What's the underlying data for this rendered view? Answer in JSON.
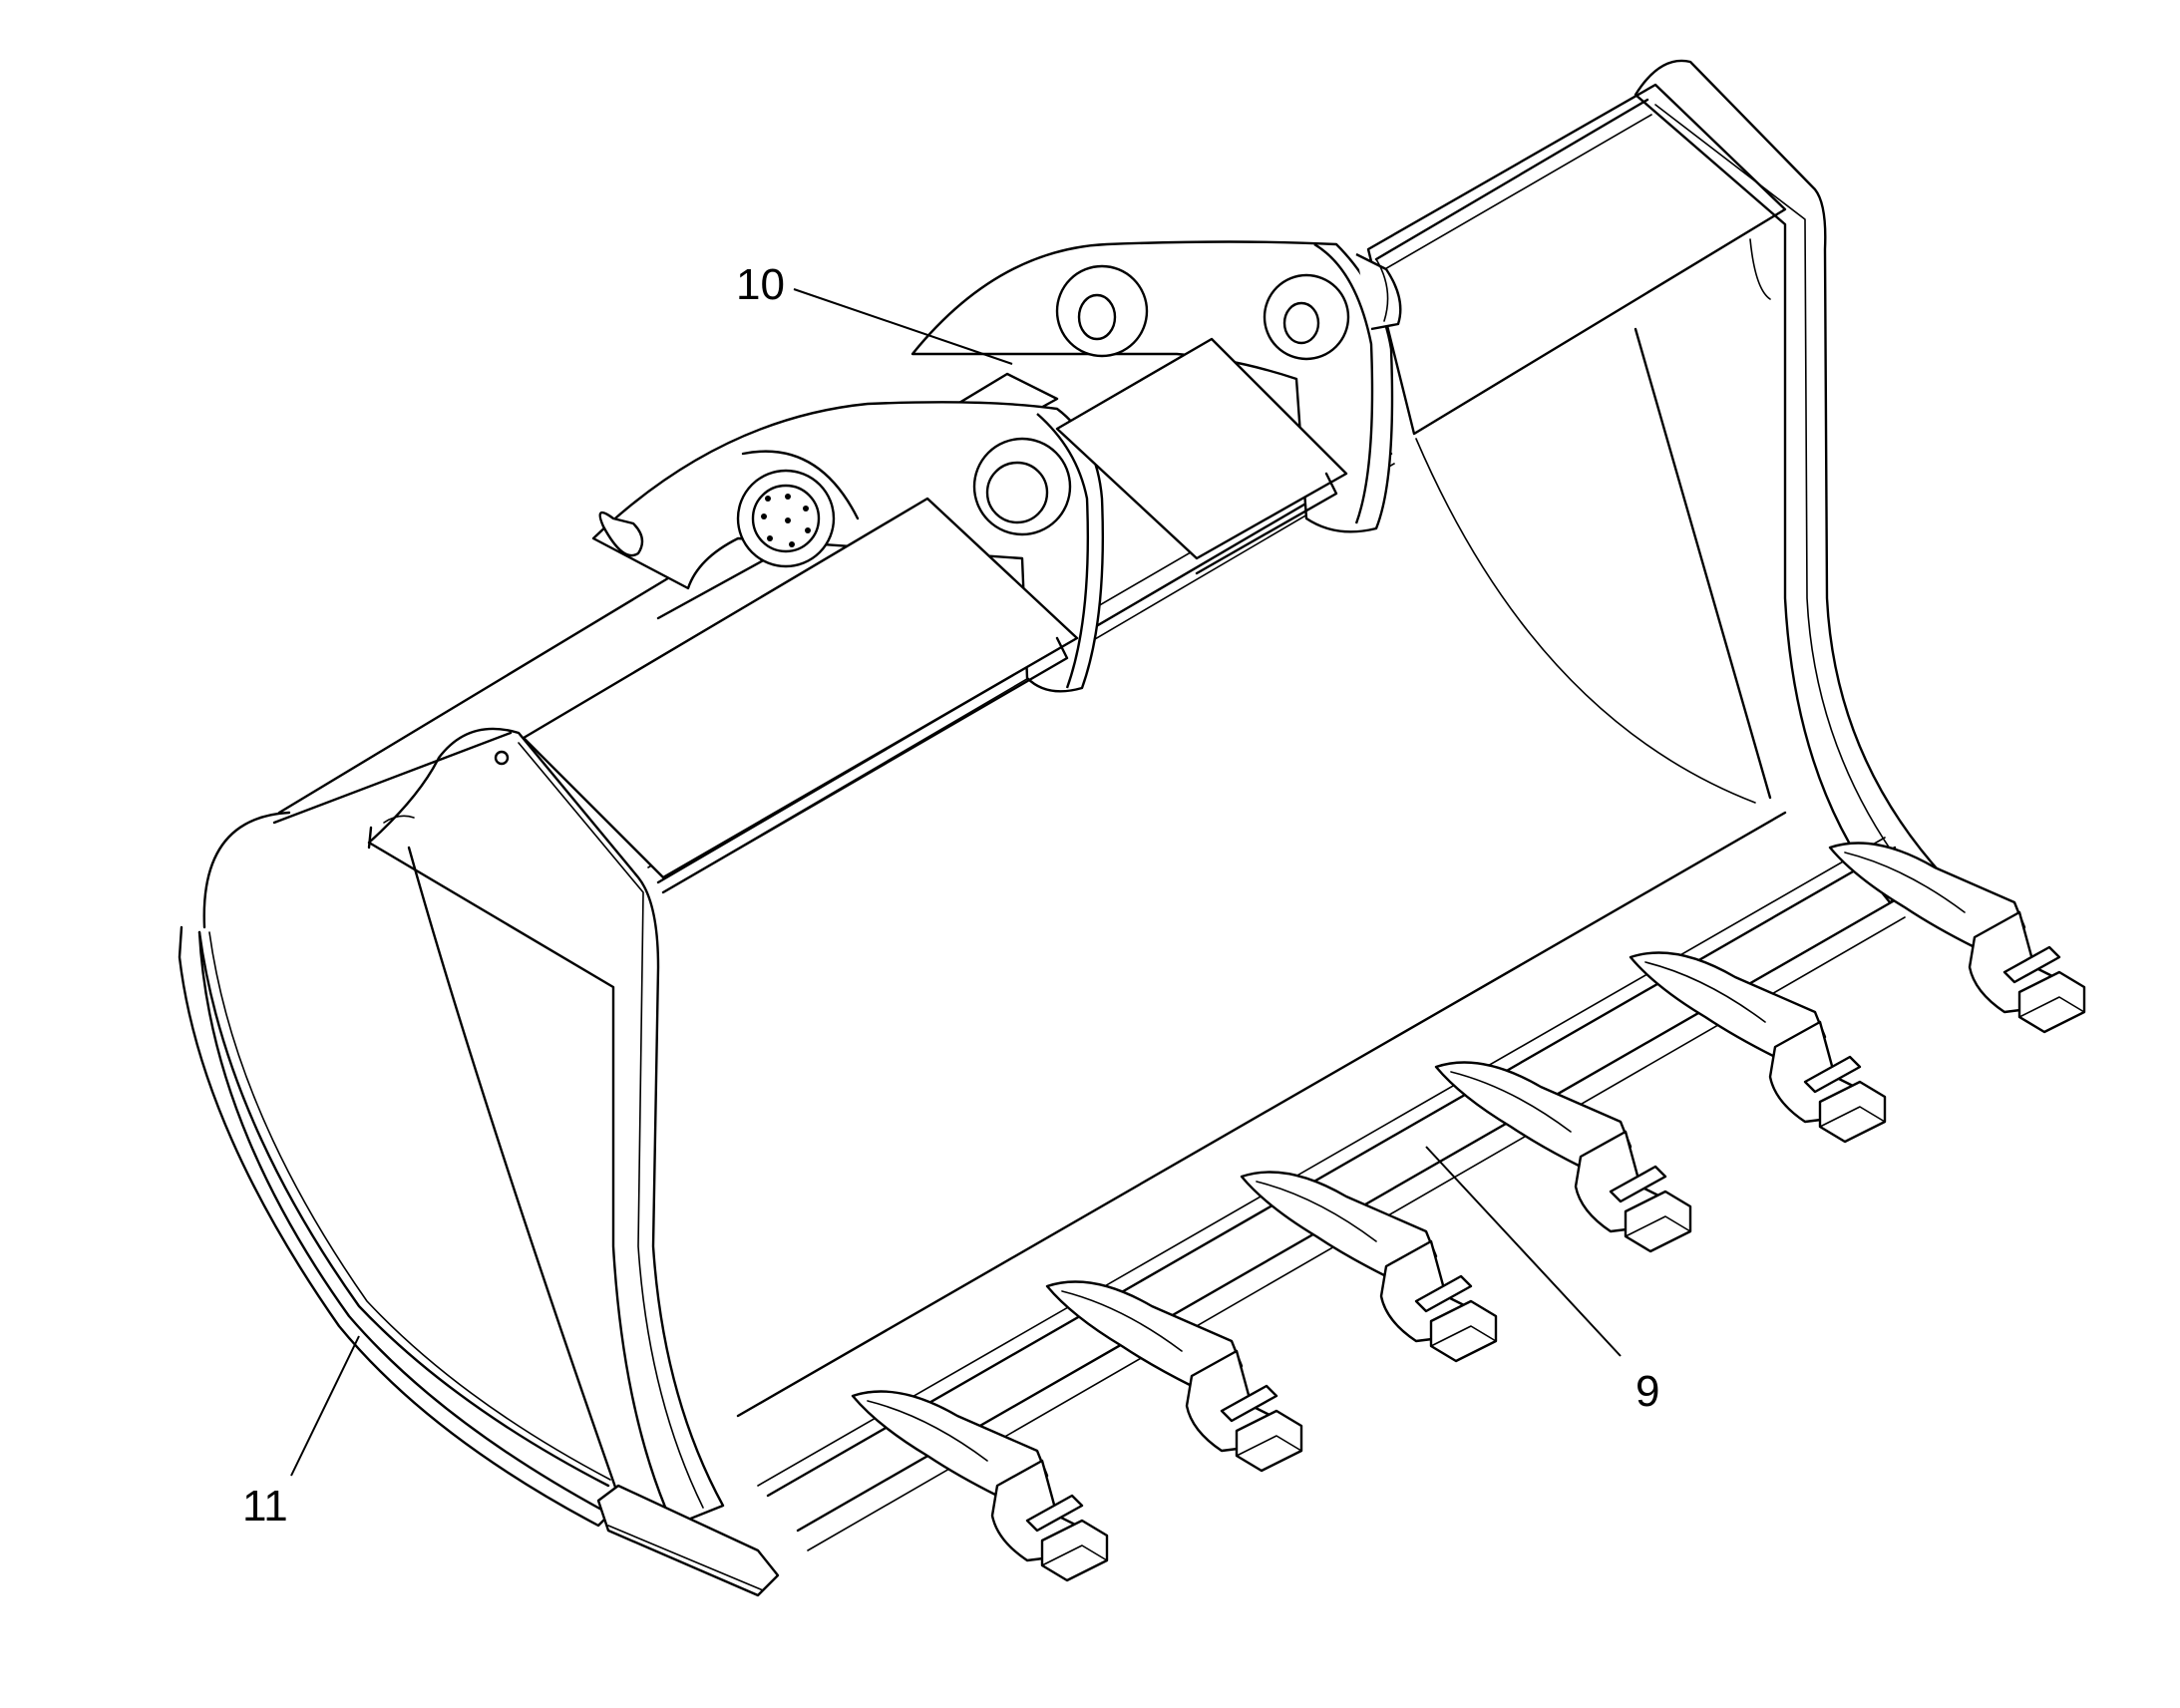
{
  "callouts": [
    {
      "id": "callout-10",
      "label": "10"
    },
    {
      "id": "callout-9",
      "label": "9"
    },
    {
      "id": "callout-11",
      "label": "11"
    }
  ]
}
